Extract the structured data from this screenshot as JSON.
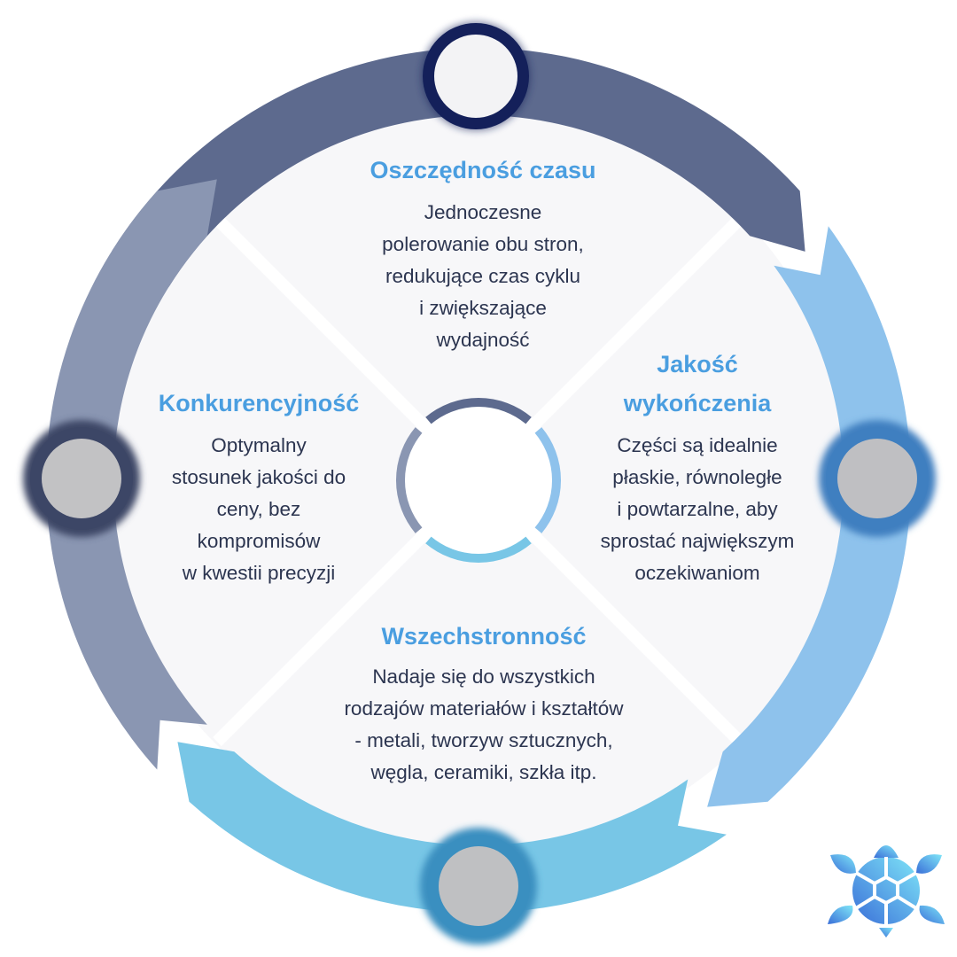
{
  "colors": {
    "arc_top": "#5d6a8e",
    "arc_right": "#8ec2ec",
    "arc_bottom": "#78c6e6",
    "arc_left": "#8a96b2",
    "title": "#4a9ee0",
    "body": "#2c3550"
  },
  "sections": {
    "top": {
      "title": "Oszczędność czasu",
      "lines": [
        "Jednoczesne",
        "polerowanie obu stron,",
        "redukujące czas cyklu",
        "i zwiększające",
        "wydajność"
      ]
    },
    "right": {
      "title_lines": [
        "Jakość",
        "wykończenia"
      ],
      "lines": [
        "Części są idealnie",
        "płaskie, równoległe",
        "i powtarzalne, aby",
        "sprostać największym",
        "oczekiwaniom"
      ]
    },
    "bottom": {
      "title": "Wszechstronność",
      "lines": [
        "Nadaje się do wszystkich",
        "rodzajów materiałów i kształtów",
        "- metali, tworzyw sztucznych,",
        "węgla, ceramiki, szkła itp."
      ]
    },
    "left": {
      "title": "Konkurencyjność",
      "lines": [
        "Optymalny",
        "stosunek jakości do",
        "ceny, bez",
        "kompromisów",
        "w kwestii precyzji"
      ]
    }
  },
  "logo": {
    "icon": "turtle-logo-icon"
  }
}
